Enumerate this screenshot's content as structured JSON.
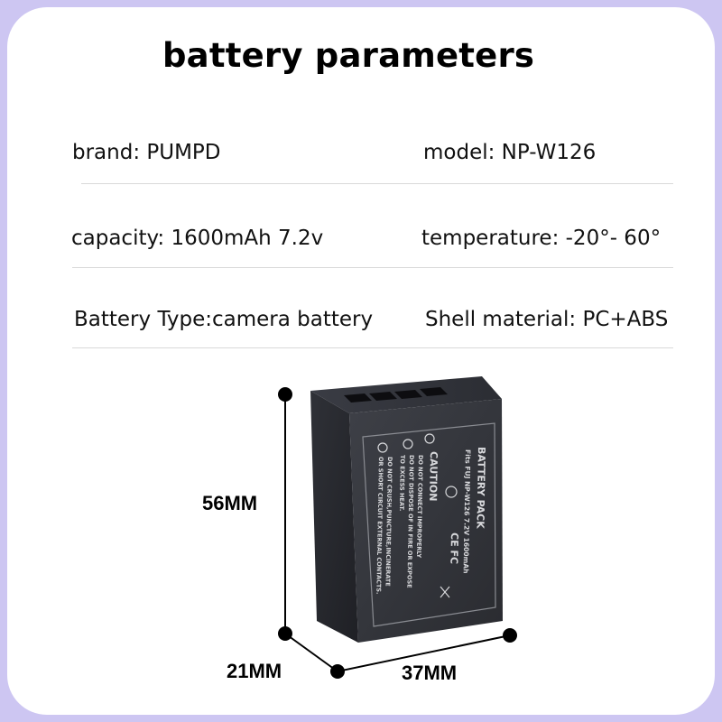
{
  "title": "battery parameters",
  "specs": {
    "brand": "brand:  PUMPD",
    "model": "model: NP-W126",
    "capacity": "capacity: 1600mAh 7.2v",
    "temperature": "temperature: -20°- 60°",
    "battery_type": "Battery Type:camera battery",
    "shell_material": "Shell material: PC+ABS"
  },
  "dimensions": {
    "height": "56MM",
    "depth": "21MM",
    "width": "37MM"
  },
  "battery_label": {
    "heading": "BATTERY PACK",
    "model_line": "Fits FUJ NP-W126 7.2V 1600mAh",
    "caution": "CAUTION",
    "line1": "DO NOT CONNECT IMPROPERLY",
    "line2": "DO NOT DISPOSE OF IN FIRE OR EXPOSE",
    "line3": "TO EXCESS HEAT.",
    "line4": "DO NOT CRUSH,PUNCTURE,INCINERATE",
    "line5": "OR SHORT CIRCUIT EXTERNAL CONTACTS.",
    "marks": "CE FC"
  }
}
